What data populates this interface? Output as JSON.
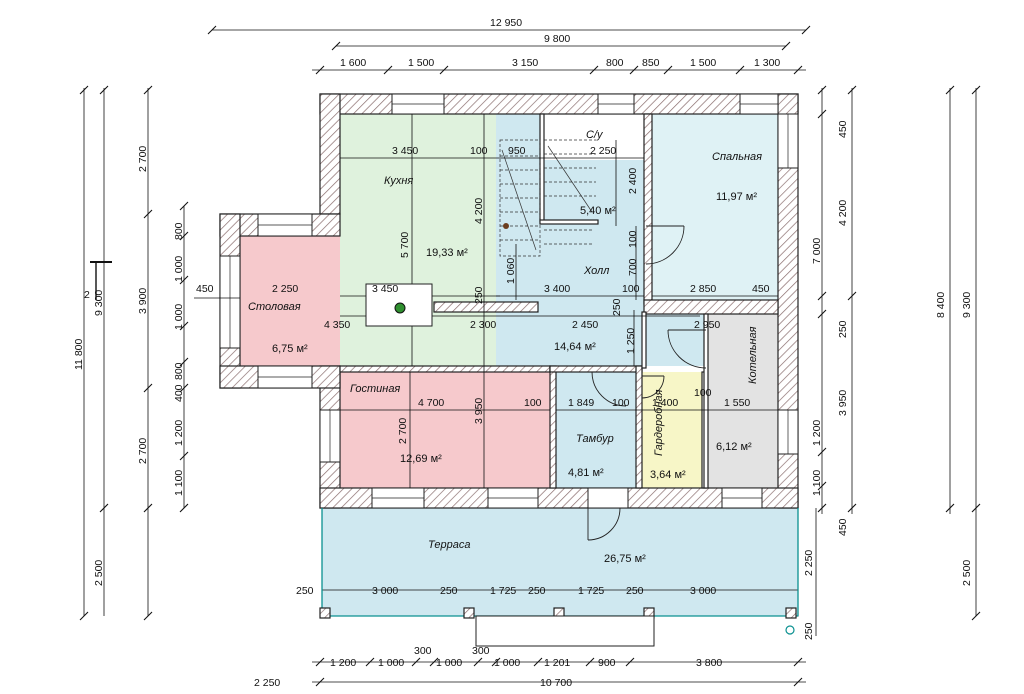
{
  "rooms": {
    "kitchen": {
      "name": "Кухня",
      "area": "19,33 м²",
      "color": "#dff2dd"
    },
    "bedroom": {
      "name": "Спальная",
      "area": "11,97 м²",
      "color": "#dff2f5"
    },
    "wc": {
      "name": "С/у",
      "area": "5,40 м²"
    },
    "hall": {
      "name": "Холл",
      "area": "14,64 м²",
      "color": "#cfe8f0"
    },
    "dining": {
      "name": "Столовая",
      "area": "6,75 м²",
      "color": "#f6c9cc"
    },
    "living": {
      "name": "Гостиная",
      "area": "12,69 м²",
      "color": "#f6c9cc"
    },
    "vestibule": {
      "name": "Тамбур",
      "area": "4,81 м²",
      "color": "#cfe8f0"
    },
    "wardrobe": {
      "name": "Гардеробная",
      "area": "3,64 м²",
      "color": "#f7f6c7"
    },
    "boiler": {
      "name": "Котельная",
      "area": "6,12 м²",
      "color": "#e3e3e3"
    },
    "terrace": {
      "name": "Терраса",
      "area": "26,75 м²",
      "color": "#cfe8f0"
    }
  },
  "top_dims": {
    "overall": "12 950",
    "house": "9 800",
    "segments": [
      "1 600",
      "1 500",
      "3 150",
      "800",
      "850",
      "1 500",
      "1 300"
    ]
  },
  "bottom_dims": {
    "segments": [
      "1 200",
      "1 000",
      "300",
      "1 000",
      "300",
      "1 000",
      "1 201",
      "900",
      "3 800"
    ],
    "overall": "10 700",
    "left": "2 250"
  },
  "left_dims": {
    "overall": "11 800",
    "house": "9 300",
    "mark": "2",
    "column_a": [
      "2 700",
      "3 900",
      "2 700",
      "2 500"
    ],
    "column_b": [
      "800",
      "1 000",
      "1 000",
      "800",
      "400",
      "1 200",
      "1 100"
    ],
    "side": "450"
  },
  "right_dims": {
    "col1": [
      "450",
      "4 200",
      "250",
      "3 950",
      "1 200",
      "1 100",
      "450"
    ],
    "col2": [
      "7 000",
      "2 250",
      "250"
    ],
    "col3": [
      "8 400"
    ],
    "col4": [
      "9 300",
      "2 500"
    ]
  },
  "interior_dims": [
    "3 450",
    "100",
    "950",
    "2 250",
    "2 400",
    "4 200",
    "5 700",
    "1 060",
    "3 400",
    "100",
    "2 850",
    "450",
    "700",
    "100",
    "2 250",
    "3 450",
    "4 350",
    "2 300",
    "250",
    "2 450",
    "2 950",
    "1 250",
    "250",
    "4 700",
    "100",
    "1 849",
    "100",
    "1 400",
    "1 550",
    "100",
    "2 700",
    "3 950",
    "250",
    "3 000",
    "250",
    "1 725",
    "250",
    "1 725",
    "250",
    "3 000"
  ]
}
